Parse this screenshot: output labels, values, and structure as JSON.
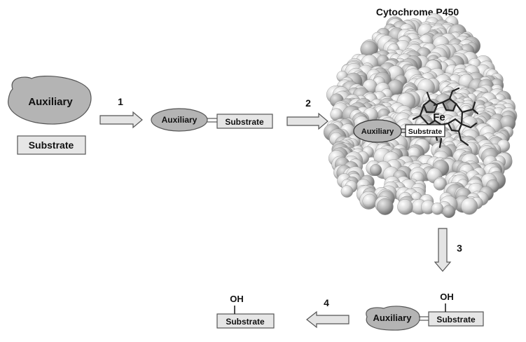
{
  "title": "Cytochrome P450",
  "auxiliary_label": "Auxiliary",
  "substrate_label": "Substrate",
  "hydroxyl_label": "OH",
  "iron_label": "Fe",
  "steps": [
    "1",
    "2",
    "3",
    "4"
  ],
  "colors": {
    "ellipse_fill": "#b4b4b4",
    "box_fill": "#e6e6e6",
    "arrow_fill": "#e4e4e4",
    "outline": "#555555",
    "protein": "#d8d8d8",
    "heme": "#222222"
  }
}
